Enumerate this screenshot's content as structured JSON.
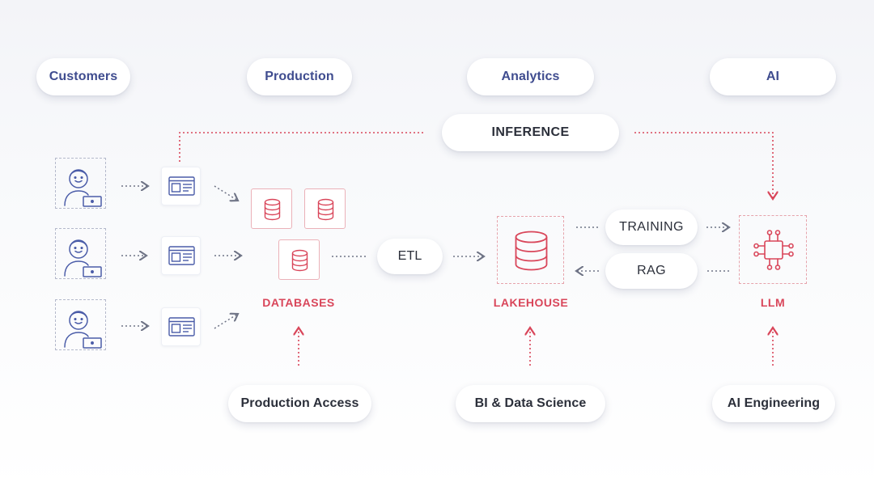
{
  "columns": {
    "customers": "Customers",
    "production": "Production",
    "analytics": "Analytics",
    "ai": "AI"
  },
  "flows": {
    "inference": "INFERENCE",
    "etl": "ETL",
    "training": "TRAINING",
    "rag": "RAG"
  },
  "nodes": {
    "databases": "DATABASES",
    "lakehouse": "LAKEHOUSE",
    "llm": "LLM"
  },
  "bottom": {
    "production_access": "Production Access",
    "bi_data_science": "BI & Data Science",
    "ai_engineering": "AI Engineering"
  },
  "icons": {
    "user": "user-with-laptop-icon",
    "app": "app-window-icon",
    "database": "database-icon",
    "lakehouse": "database-large-icon",
    "llm": "chip-icon"
  },
  "colors": {
    "accent_red": "#d9465a",
    "accent_blue": "#3f4c8f",
    "icon_blue": "#4a5ca8",
    "connector_gray": "#7a7f90"
  }
}
